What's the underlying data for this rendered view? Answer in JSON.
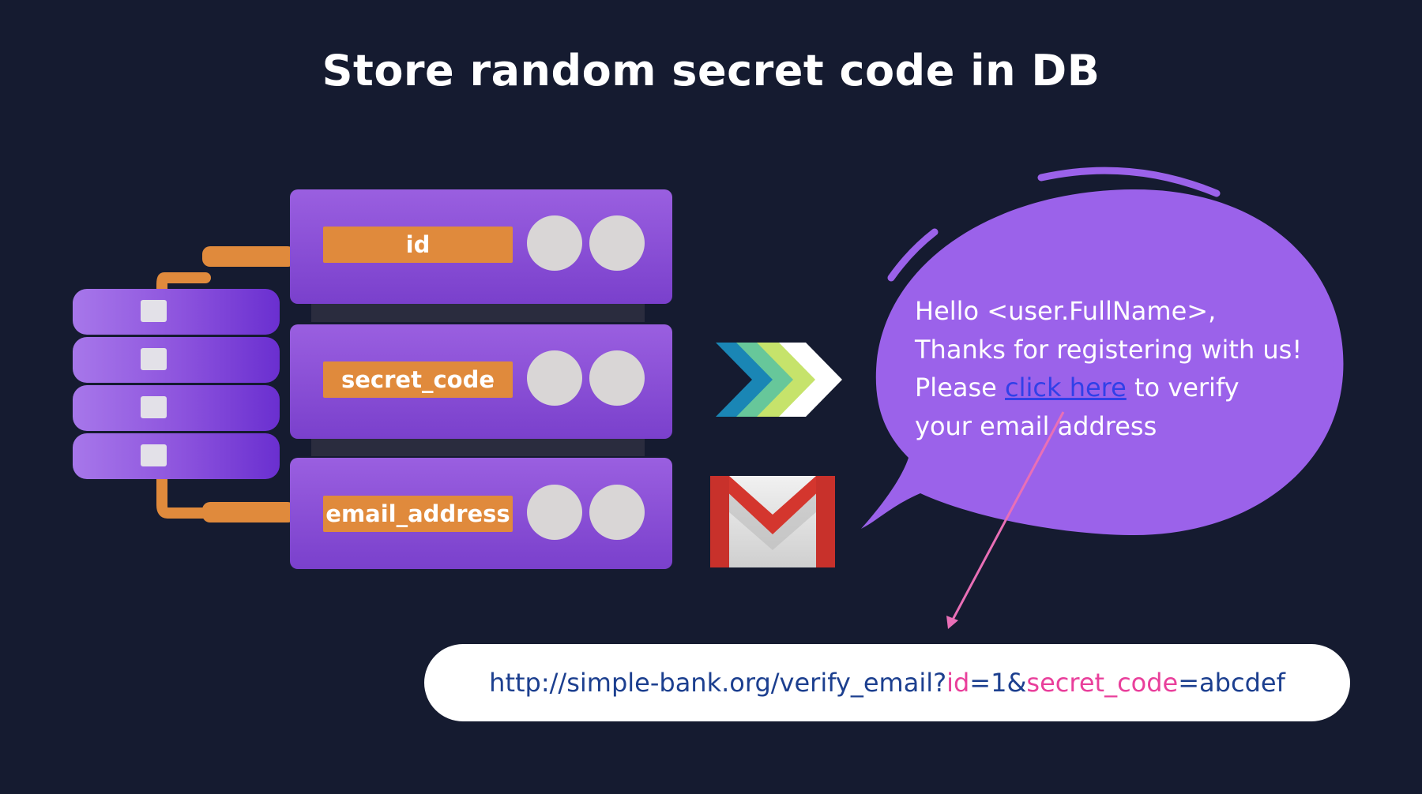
{
  "title": "Store random secret code in DB",
  "db": {
    "fields": [
      "id",
      "secret_code",
      "email_address"
    ]
  },
  "icons": [
    "database-icon",
    "arrow-chevrons-icon",
    "gmail-icon",
    "speech-bubble-icon"
  ],
  "email": {
    "line1": "Hello <user.FullName>,",
    "line2": "Thanks for registering with us!",
    "line3_before": "Please ",
    "link_text": "click here",
    "line3_after": " to verify",
    "line4": "your email address"
  },
  "url": {
    "base": "http://simple-bank.org/verify_email?",
    "param1_key": "id",
    "param1_eq": "=1&",
    "param2_key": "secret_code",
    "param2_eq": "=abcdef"
  },
  "colors": {
    "background": "#151b30",
    "purple": "#8b4fd8",
    "orange": "#e08a3c",
    "bubble": "#9b62ea",
    "link": "#3140e8",
    "url_text": "#1c3f8f",
    "url_highlight": "#e93f9b",
    "arrow": "#e96fb6"
  }
}
